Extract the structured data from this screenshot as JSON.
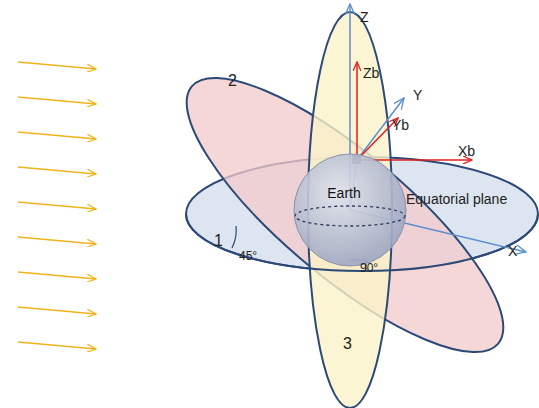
{
  "diagram": {
    "nodes": [
      {
        "text": [
          "Earth"
        ]
      }
    ],
    "labels": [
      "Z",
      "Zb",
      "Y",
      "Yb",
      "Xb",
      "X",
      "Equatorial plane",
      "1",
      "2",
      "3",
      "45°",
      "90°"
    ]
  }
}
